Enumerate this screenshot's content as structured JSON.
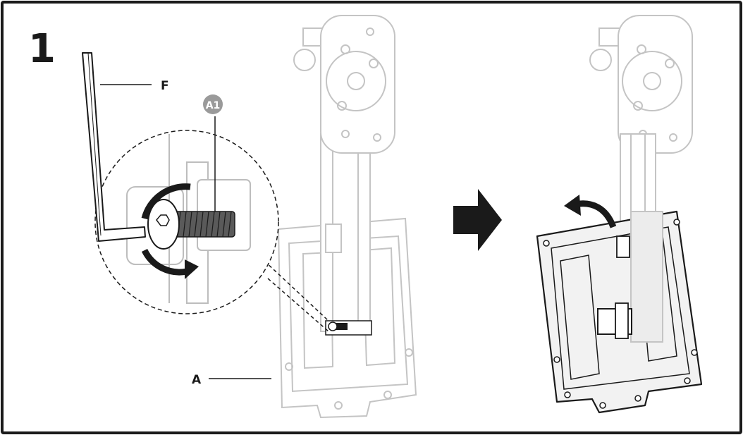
{
  "step": {
    "number": "1"
  },
  "labels": {
    "tool": "F",
    "bracket": "A",
    "screw_badge": "A1"
  },
  "colors": {
    "ink": "#1a1a1a",
    "faint": "#c8c8c8",
    "badge": "#9a9a9a",
    "plate": "#f2f2f2"
  },
  "icons": [
    "hex-key-icon",
    "screw-icon",
    "rotate-arrow-icon",
    "next-arrow-icon",
    "lift-arrow-icon"
  ]
}
